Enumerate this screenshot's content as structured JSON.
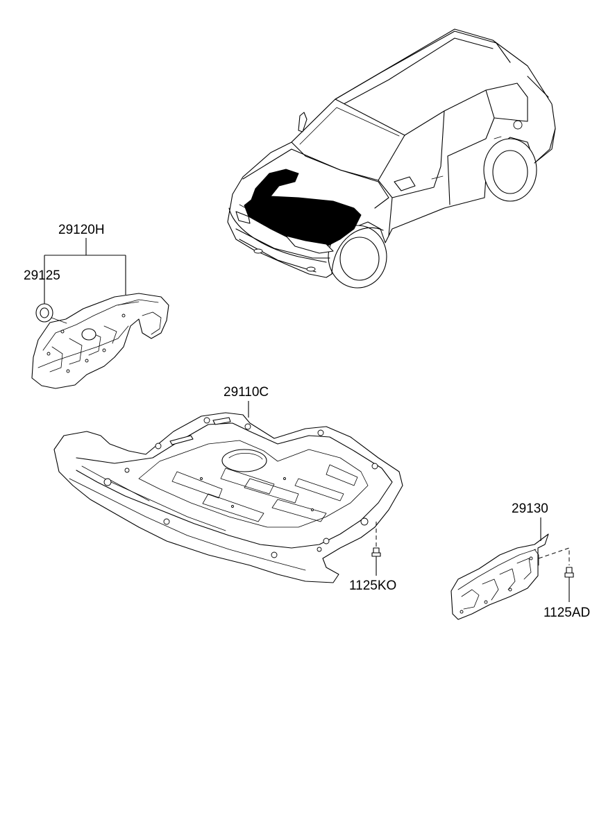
{
  "callouts": {
    "p29120h": "29120H",
    "p29125": "29125",
    "p29110c": "29110C",
    "p1125ko": "1125KO",
    "p29130": "29130",
    "p1125ad": "1125AD"
  }
}
